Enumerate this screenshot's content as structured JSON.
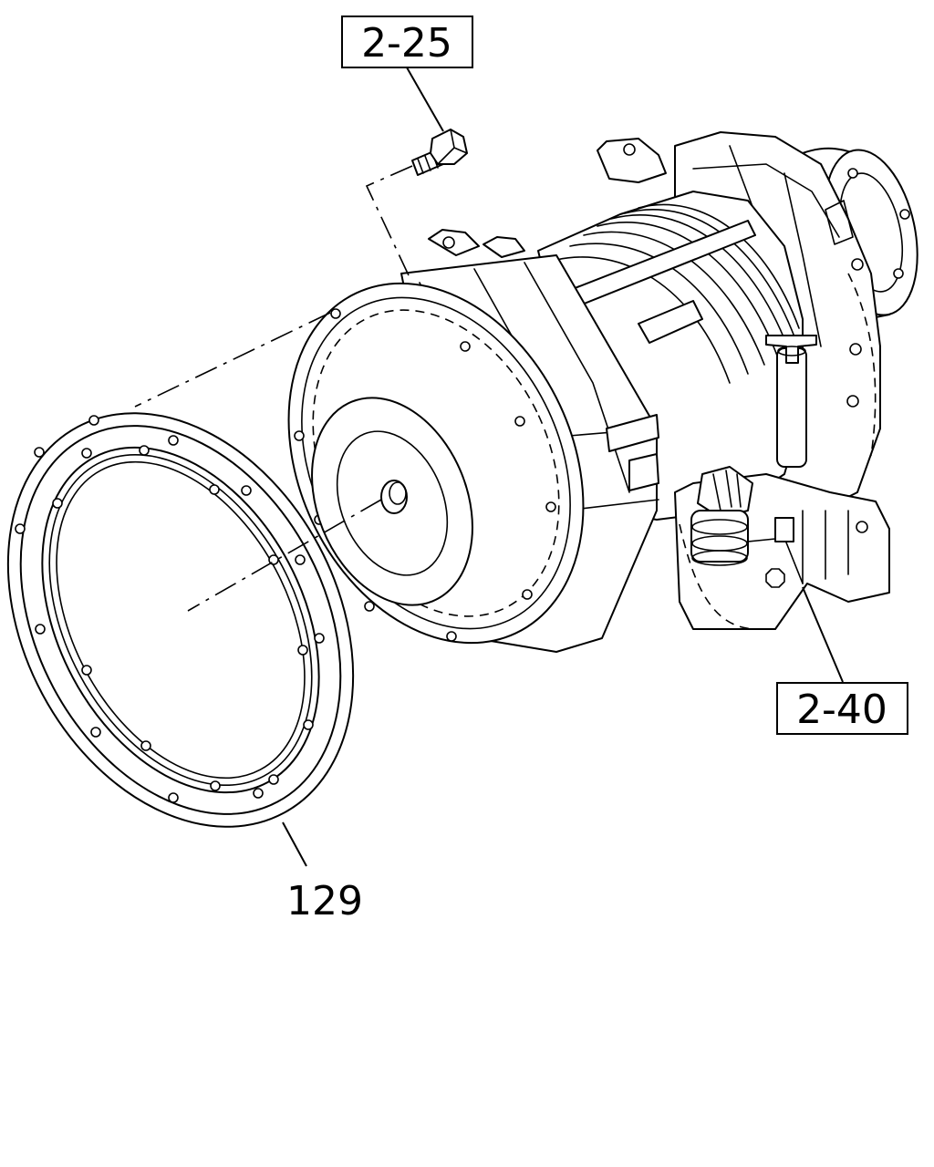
{
  "diagram": {
    "callouts": [
      {
        "id": "bolt",
        "label": "2-25"
      },
      {
        "id": "transmission",
        "label": "2-40"
      },
      {
        "id": "gasket",
        "label": "129"
      }
    ]
  }
}
